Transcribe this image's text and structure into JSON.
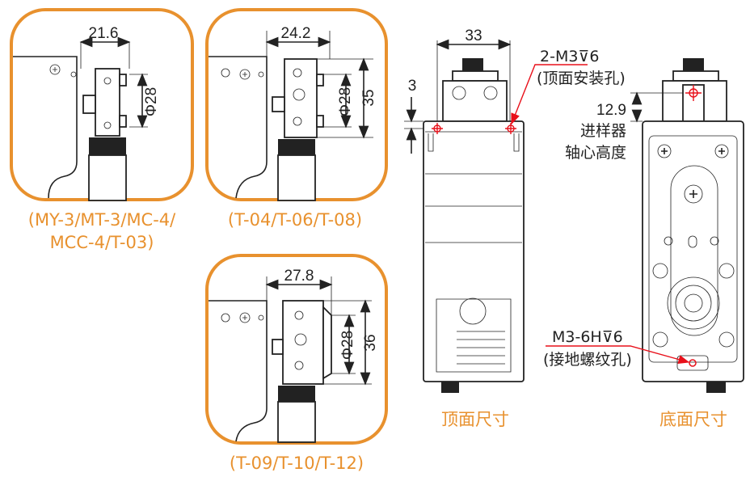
{
  "colors": {
    "accent": "#E8912E",
    "callout": "#e8101a",
    "line": "#222222"
  },
  "panels": [
    {
      "label_line1": "(MY-3/MT-3/MC-4/",
      "label_line2": "MCC-4/T-03)",
      "width_dim": "21.6",
      "dia_dim": "Φ28"
    },
    {
      "label_line1": "(T-04/T-06/T-08)",
      "width_dim": "24.2",
      "dia_dim": "Φ28",
      "height_dim": "35"
    },
    {
      "label_line1": "(T-09/T-10/T-12)",
      "width_dim": "27.8",
      "dia_dim": "Φ28",
      "height_dim": "36"
    }
  ],
  "top_view": {
    "title": "顶面尺寸",
    "width_dim": "33",
    "offset_dim": "3",
    "hole_spec": "2-M3⊽6",
    "hole_note": "(顶面安装孔)"
  },
  "bottom_view": {
    "title": "底面尺寸",
    "height_dim": "12.9",
    "height_note_line1": "进样器",
    "height_note_line2": "轴心高度",
    "hole_spec": "M3-6H⊽6",
    "hole_note": "(接地螺纹孔)"
  }
}
